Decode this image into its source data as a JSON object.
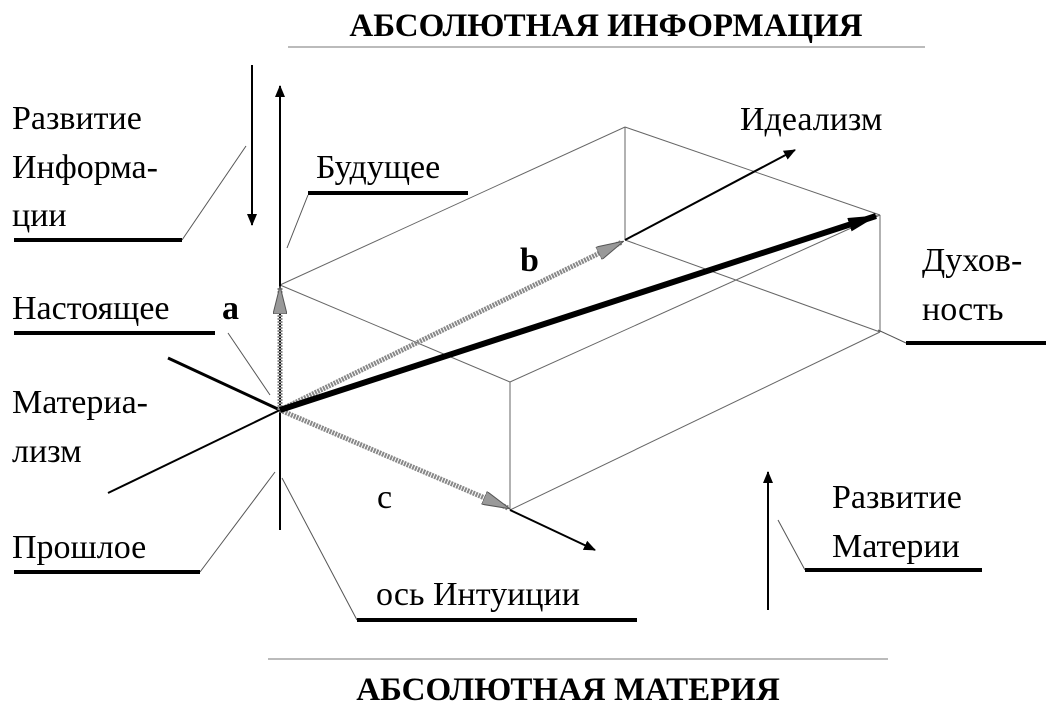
{
  "title_top": "АБСОЛЮТНАЯ ИНФОРМАЦИЯ",
  "title_bottom": "АБСОЛЮТНАЯ МАТЕРИЯ",
  "labels": {
    "razvitie_info_1": "Развитие",
    "razvitie_info_2": "Информа-",
    "razvitie_info_3": "ции",
    "budushchee": "Будущее",
    "idealizm": "Идеализм",
    "nastoyashchee": "Настоящее",
    "a": "a",
    "b": "b",
    "c": "c",
    "dukhov_1": "Духов-",
    "dukhov_2": "ность",
    "materia_1": "Материа-",
    "materia_2": "лизм",
    "proshloe": "Прошлое",
    "os_intuicii": "ось Интуиции",
    "razvitie_mat_1": "Развитие",
    "razvitie_mat_2": "Материи"
  },
  "colors": {
    "ink": "#000000",
    "thin": "#666666",
    "hatch": "#8a8a8a"
  }
}
